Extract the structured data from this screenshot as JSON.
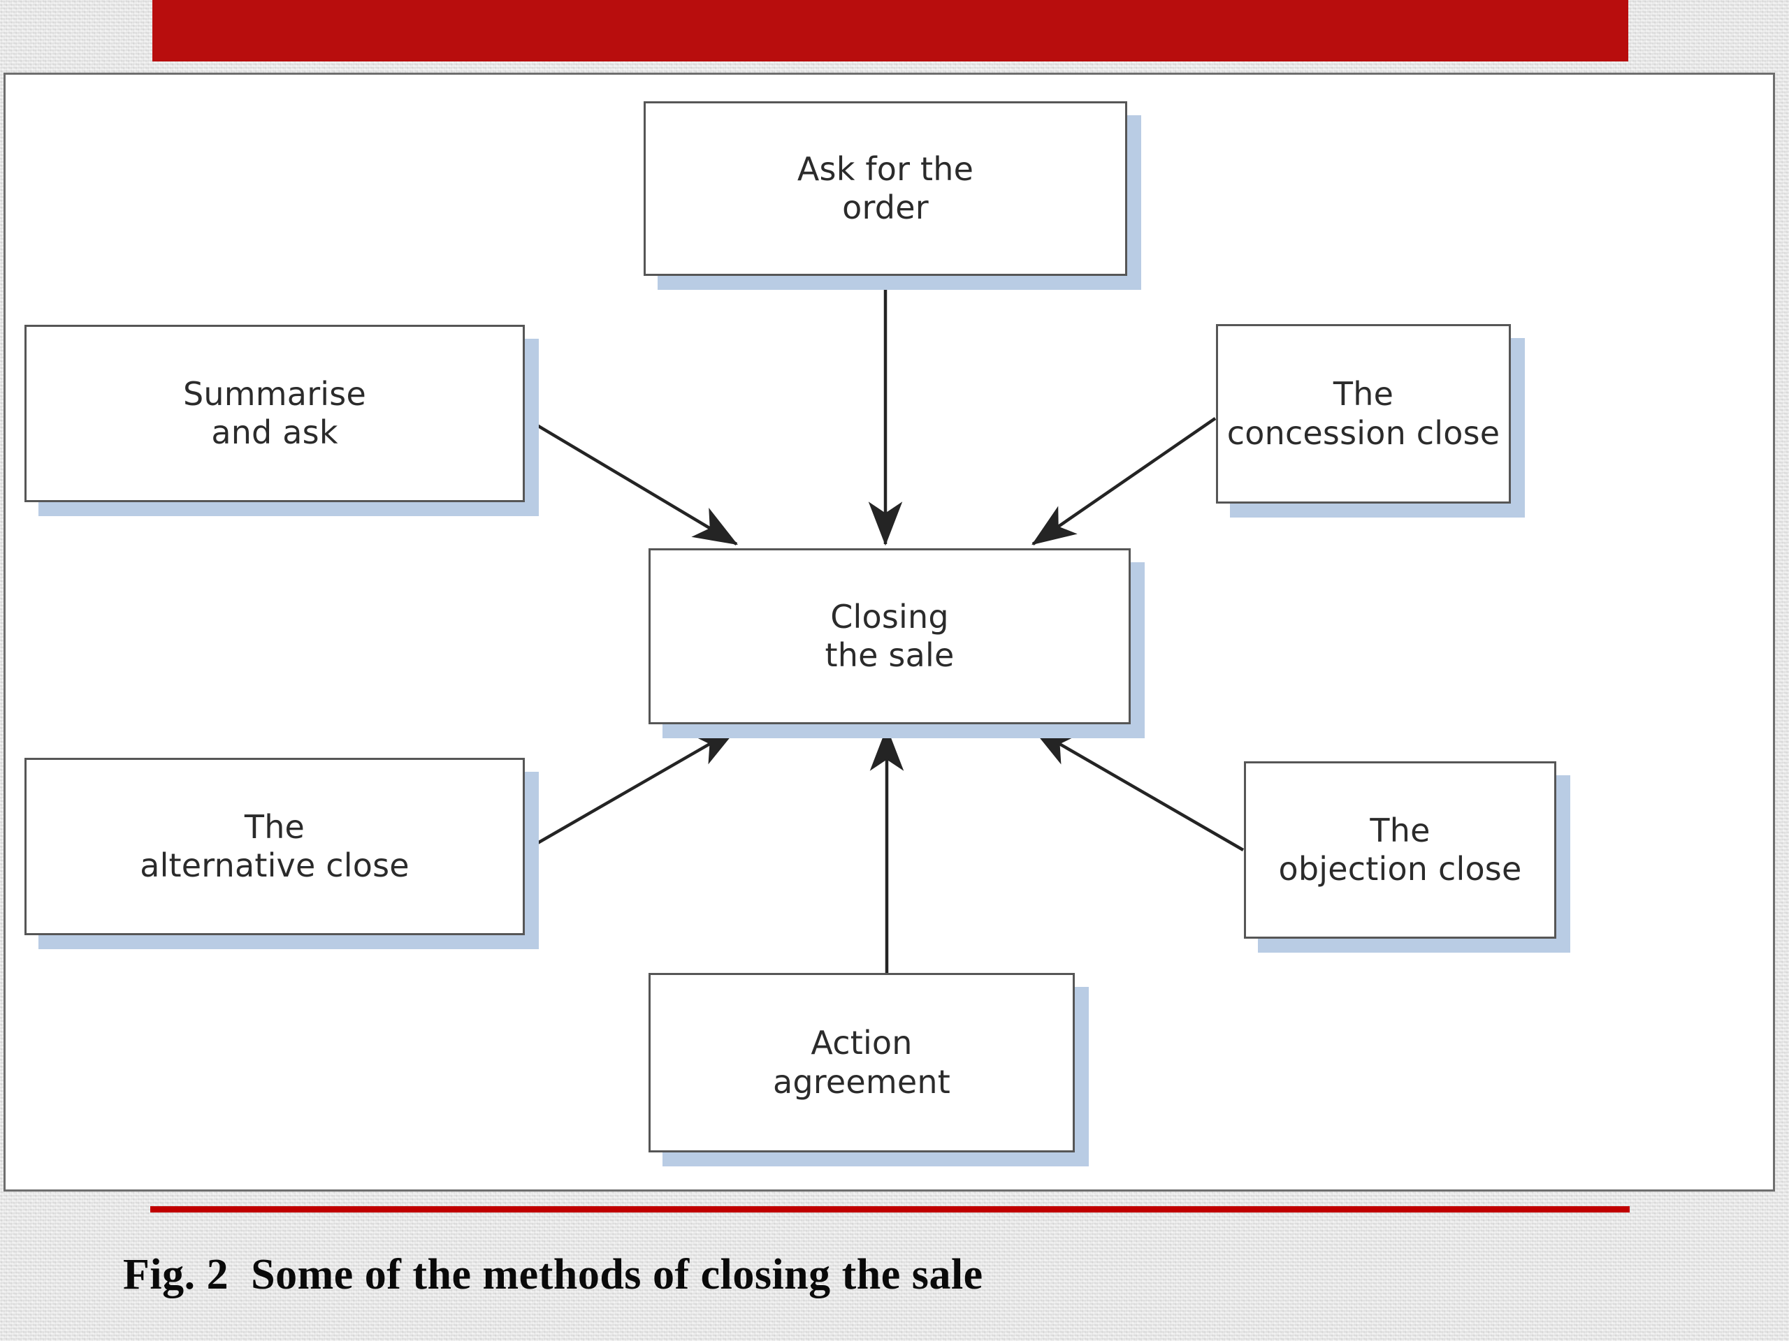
{
  "slide": {
    "background_color": "#e3e3e3",
    "banner_color": "#b80d0d",
    "accent_rule_color": "#c00000",
    "box_border_color": "#565656",
    "box_shadow_color": "#b9cce4",
    "frame_border_color": "#6e6e6e"
  },
  "caption": {
    "text": "Fig. 2  Some of the methods of closing the sale"
  },
  "diagram": {
    "center": {
      "id": "closing",
      "label": "Closing\nthe sale"
    },
    "nodes": [
      {
        "id": "ask",
        "label": "Ask for the\norder",
        "position": "top"
      },
      {
        "id": "summarise",
        "label": "Summarise\nand ask",
        "position": "left-upper"
      },
      {
        "id": "concession",
        "label": "The\nconcession close",
        "position": "right-upper"
      },
      {
        "id": "alternative",
        "label": "The\nalternative close",
        "position": "left-lower"
      },
      {
        "id": "objection",
        "label": "The\nobjection close",
        "position": "right-lower"
      },
      {
        "id": "action",
        "label": "Action\nagreement",
        "position": "bottom"
      }
    ],
    "edges": [
      {
        "from": "ask",
        "to": "closing",
        "direction": "down"
      },
      {
        "from": "summarise",
        "to": "closing",
        "direction": "down-right"
      },
      {
        "from": "concession",
        "to": "closing",
        "direction": "down-left"
      },
      {
        "from": "alternative",
        "to": "closing",
        "direction": "up-right"
      },
      {
        "from": "objection",
        "to": "closing",
        "direction": "up-left"
      },
      {
        "from": "action",
        "to": "closing",
        "direction": "up"
      }
    ]
  }
}
